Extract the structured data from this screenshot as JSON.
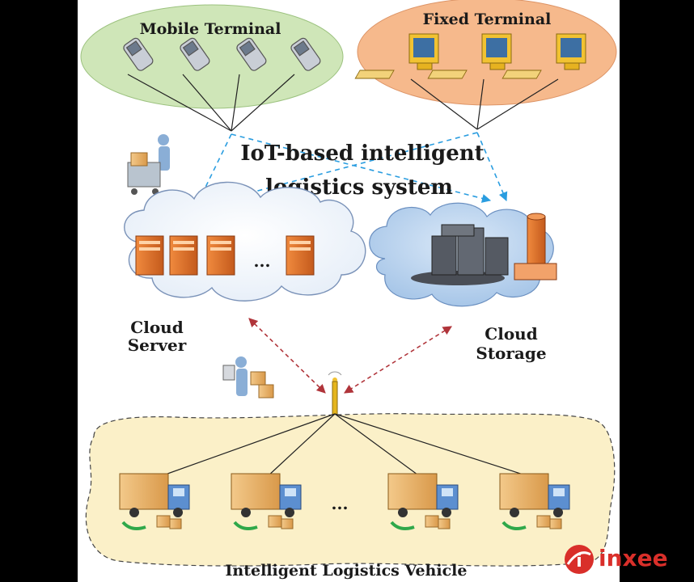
{
  "diagram": {
    "title_line1": "IoT-based intelligent",
    "title_line2": "logistics system",
    "mobile_terminal_label": "Mobile Terminal",
    "fixed_terminal_label": "Fixed Terminal",
    "cloud_server_label_line1": "Cloud",
    "cloud_server_label_line2": "Server",
    "cloud_storage_label_line1": "Cloud",
    "cloud_storage_label_line2": "Storage",
    "server_ellipsis": "...",
    "vehicle_ellipsis": "...",
    "vehicle_zone_label": "Intelligent Logistics Vehicle"
  },
  "brand": {
    "name": "inxee",
    "mark": "i",
    "color": "#d92f2a"
  },
  "colors": {
    "mobile_ellipse": "#cfe6b8",
    "fixed_ellipse": "#f6b98c",
    "vehicle_zone": "#fbf0c8",
    "server_orange": "#e8772e",
    "blue_link": "#2a9de0",
    "red_link": "#b0343a"
  }
}
